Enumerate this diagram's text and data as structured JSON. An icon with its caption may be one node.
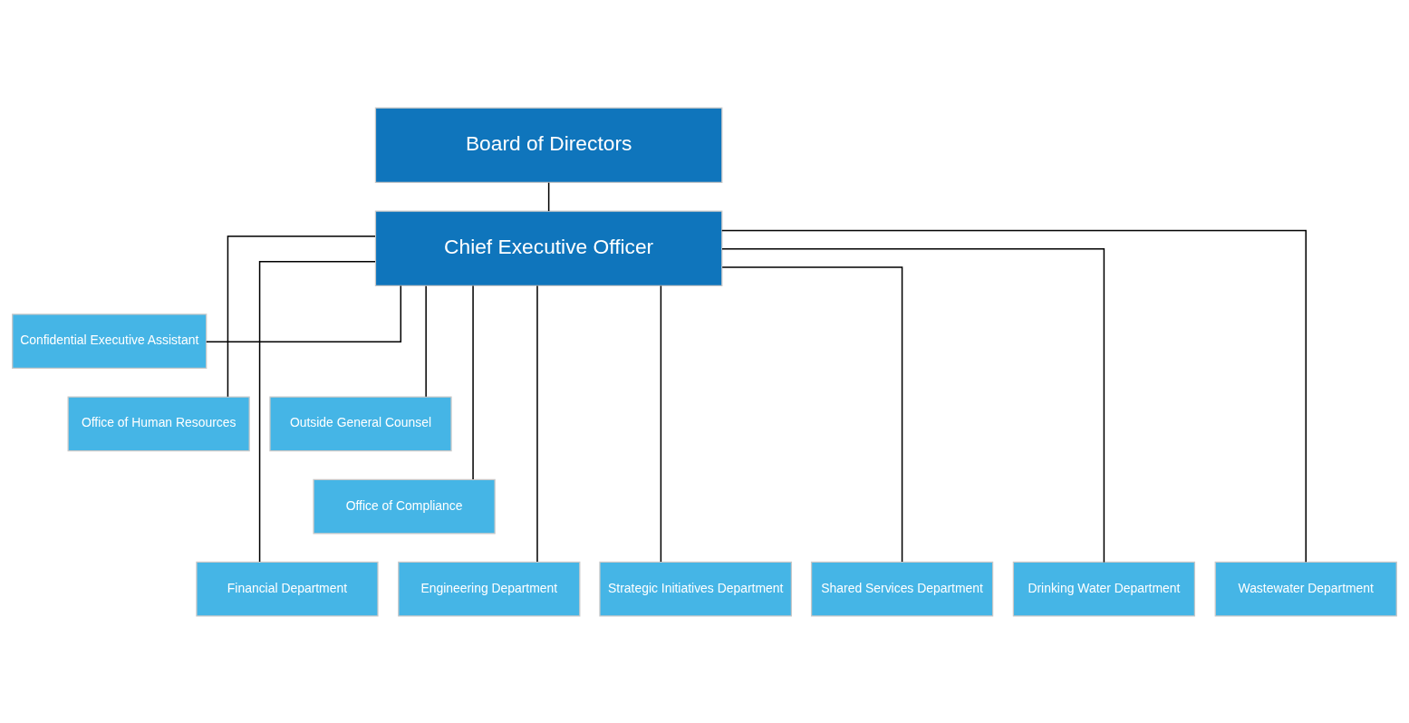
{
  "diagram": {
    "nodes": [
      {
        "text": [
          "Board of Directors"
        ]
      },
      {
        "text": [
          "Chief Executive Officer"
        ]
      },
      {
        "text": [
          "Confidential Executive Assistant"
        ]
      },
      {
        "text": [
          "Office of Human Resources"
        ]
      },
      {
        "text": [
          "Outside General Counsel"
        ]
      },
      {
        "text": [
          "Office of Compliance"
        ]
      },
      {
        "text": [
          "Financial Department"
        ]
      },
      {
        "text": [
          "Engineering Department"
        ]
      },
      {
        "text": [
          "Strategic Initiatives Department"
        ]
      },
      {
        "text": [
          "Shared Services Department"
        ]
      },
      {
        "text": [
          "Drinking Water Department"
        ]
      },
      {
        "text": [
          "Wastewater Department"
        ]
      }
    ],
    "edges": [
      {
        "from": 0,
        "to": 1,
        "arrow": "none"
      },
      {
        "from": 1,
        "to": 2,
        "arrow": "none"
      },
      {
        "from": 1,
        "to": 3,
        "arrow": "none"
      },
      {
        "from": 1,
        "to": 4,
        "arrow": "none"
      },
      {
        "from": 1,
        "to": 5,
        "arrow": "none"
      },
      {
        "from": 1,
        "to": 6,
        "arrow": "none"
      },
      {
        "from": 1,
        "to": 7,
        "arrow": "none"
      },
      {
        "from": 1,
        "to": 8,
        "arrow": "none"
      },
      {
        "from": 1,
        "to": 9,
        "arrow": "none"
      },
      {
        "from": 1,
        "to": 10,
        "arrow": "none"
      },
      {
        "from": 1,
        "to": 11,
        "arrow": "none"
      }
    ]
  }
}
